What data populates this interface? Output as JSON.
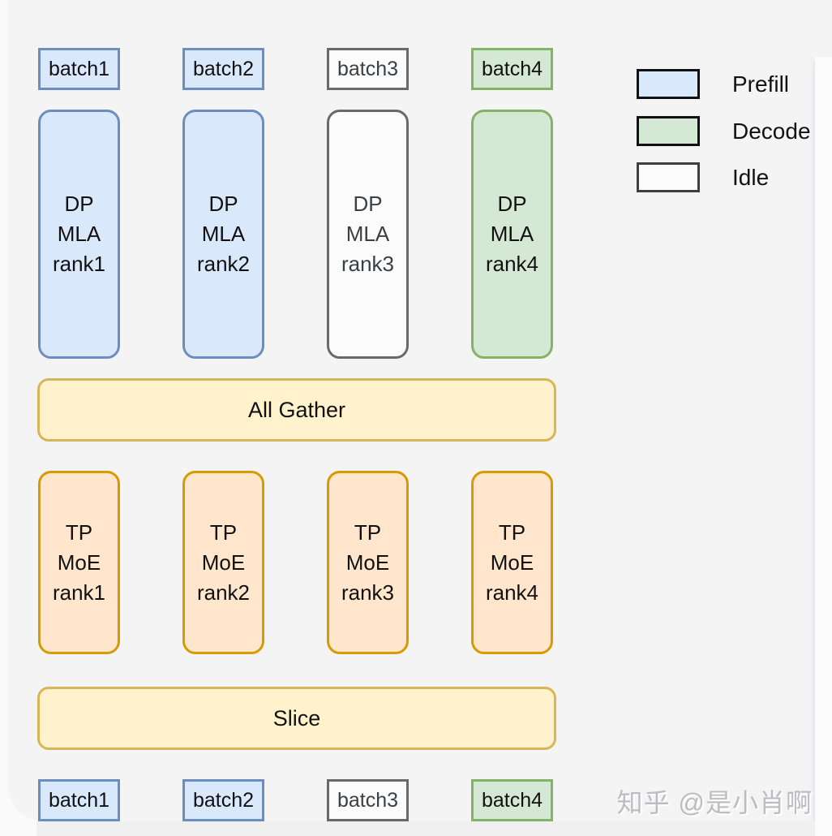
{
  "legend": {
    "items": [
      {
        "label": "Prefill",
        "state": "prefill"
      },
      {
        "label": "Decode",
        "state": "decode"
      },
      {
        "label": "Idle",
        "state": "idle"
      }
    ]
  },
  "colors": {
    "prefill_fill": "#dae8fc",
    "prefill_stroke": "#6c8ebf",
    "decode_fill": "#d5e8d4",
    "decode_stroke": "#82b366",
    "idle_fill": "#fbfbfb",
    "idle_stroke": "#666666",
    "moe_fill": "#ffe6cc",
    "moe_stroke": "#d79b00",
    "op_fill": "#fff2cc",
    "op_stroke": "#d6b656",
    "background": "#f4f4f5"
  },
  "top_batches": [
    {
      "label": "batch1",
      "state": "prefill"
    },
    {
      "label": "batch2",
      "state": "prefill"
    },
    {
      "label": "batch3",
      "state": "idle"
    },
    {
      "label": "batch4",
      "state": "decode"
    }
  ],
  "dp_columns": [
    {
      "line1": "DP",
      "line2": "MLA",
      "line3": "rank1",
      "state": "prefill"
    },
    {
      "line1": "DP",
      "line2": "MLA",
      "line3": "rank2",
      "state": "prefill"
    },
    {
      "line1": "DP",
      "line2": "MLA",
      "line3": "rank3",
      "state": "idle"
    },
    {
      "line1": "DP",
      "line2": "MLA",
      "line3": "rank4",
      "state": "decode"
    }
  ],
  "ops": {
    "all_gather": "All Gather",
    "slice": "Slice"
  },
  "tp_columns": [
    {
      "line1": "TP",
      "line2": "MoE",
      "line3": "rank1",
      "state": "moe"
    },
    {
      "line1": "TP",
      "line2": "MoE",
      "line3": "rank2",
      "state": "moe"
    },
    {
      "line1": "TP",
      "line2": "MoE",
      "line3": "rank3",
      "state": "moe"
    },
    {
      "line1": "TP",
      "line2": "MoE",
      "line3": "rank4",
      "state": "moe"
    }
  ],
  "bottom_batches": [
    {
      "label": "batch1",
      "state": "prefill"
    },
    {
      "label": "batch2",
      "state": "prefill"
    },
    {
      "label": "batch3",
      "state": "idle"
    },
    {
      "label": "batch4",
      "state": "decode"
    }
  ],
  "watermark": "知乎 @是小肖啊"
}
